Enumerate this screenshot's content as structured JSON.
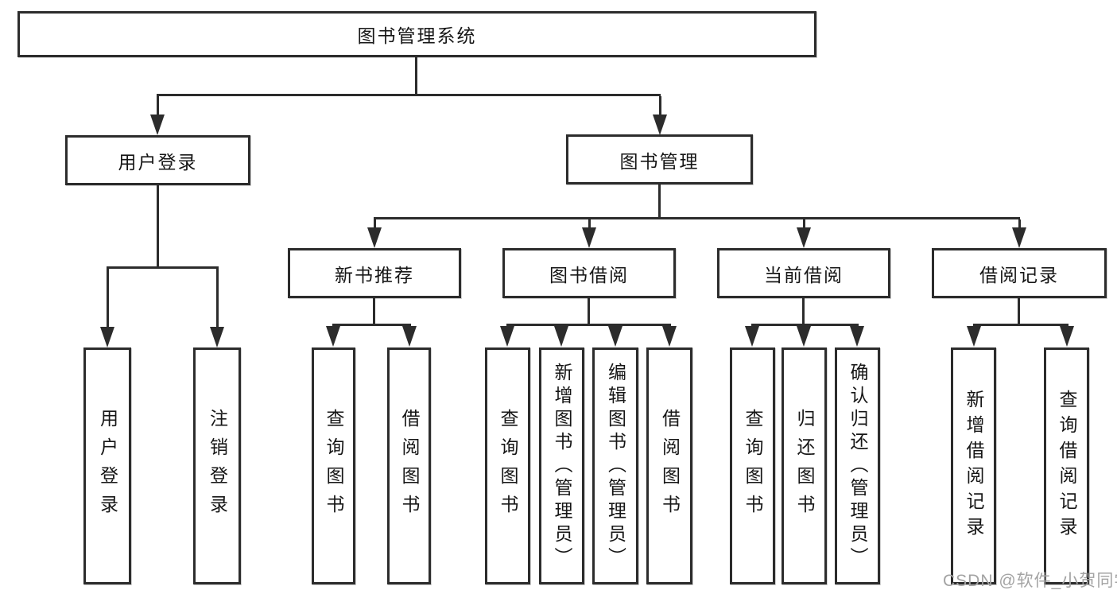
{
  "diagram": {
    "root": {
      "label": "图书管理系统"
    },
    "level2": {
      "user_login": {
        "label": "用户登录"
      },
      "book_mgmt": {
        "label": "图书管理"
      }
    },
    "level3": {
      "new_books": {
        "label": "新书推荐"
      },
      "book_borrow": {
        "label": "图书借阅"
      },
      "current_borrow": {
        "label": "当前借阅"
      },
      "borrow_records": {
        "label": "借阅记录"
      }
    },
    "leaves": {
      "user_login": [
        "用户登录",
        "注销登录"
      ],
      "new_books": [
        "查询图书",
        "借阅图书"
      ],
      "book_borrow": [
        "查询图书",
        "新增图书（管理员）",
        "编辑图书（管理员）",
        "借阅图书"
      ],
      "current_borrow": [
        "查询图书",
        "归还图书",
        "确认归还（管理员）"
      ],
      "borrow_records": [
        "新增借阅记录",
        "查询借阅记录"
      ]
    }
  },
  "watermark": {
    "text": "CSDN @软件_小贺同学"
  },
  "colors": {
    "line": "#2c2c2c",
    "text": "#161616",
    "watermark": "#a3a3a3",
    "background": "#ffffff"
  }
}
